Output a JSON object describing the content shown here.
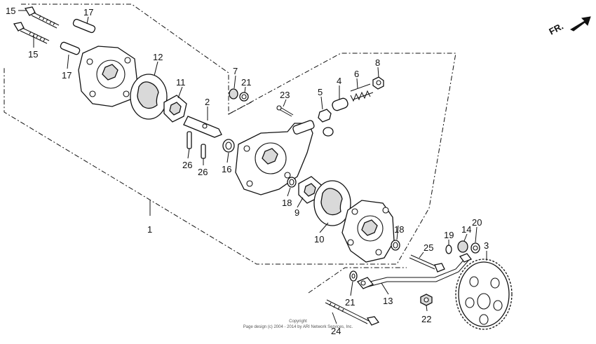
{
  "callouts": {
    "c1": "1",
    "c2": "2",
    "c3": "3",
    "c4": "4",
    "c5": "5",
    "c6": "6",
    "c7": "7",
    "c8": "8",
    "c9": "9",
    "c10": "10",
    "c11": "11",
    "c12": "12",
    "c13": "13",
    "c14": "14",
    "c15a": "15",
    "c15b": "15",
    "c16": "16",
    "c17a": "17",
    "c17b": "17",
    "c18a": "18",
    "c18b": "18",
    "c19": "19",
    "c20": "20",
    "c21a": "21",
    "c21b": "21",
    "c22": "22",
    "c23": "23",
    "c24": "24",
    "c25": "25",
    "c26a": "26",
    "c26b": "26"
  },
  "front_indicator": "FR.",
  "copyright": {
    "line1": "Copyright",
    "line2": "Page design (c) 2004 - 2014 by ARI Network Services, Inc."
  }
}
